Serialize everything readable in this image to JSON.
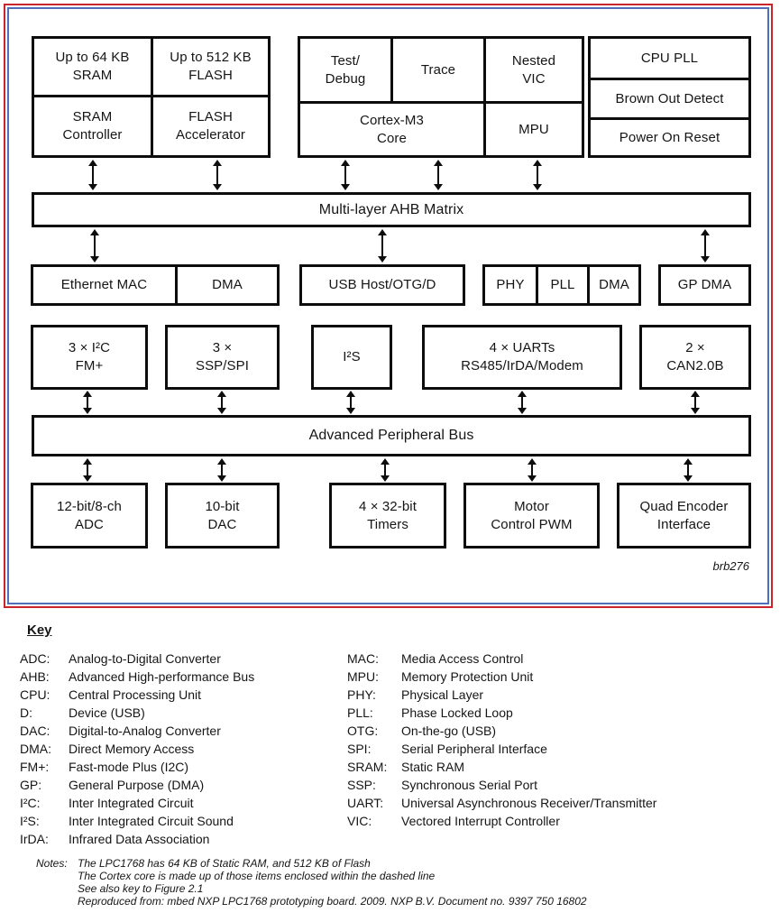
{
  "colors": {
    "frame_outer": "#c9252b",
    "frame_inner": "#4f6fb8",
    "block_border": "#0d0d0d"
  },
  "diagram": {
    "blocks": {
      "sram_top": "Up to 64 KB\nSRAM",
      "flash_top": "Up to 512 KB\nFLASH",
      "sram_ctrl": "SRAM\nController",
      "flash_acc": "FLASH\nAccelerator",
      "test_debug": "Test/\nDebug",
      "trace": "Trace",
      "nested_vic": "Nested\nVIC",
      "cortex_core": "Cortex-M3\nCore",
      "mpu": "MPU",
      "cpu_pll": "CPU PLL",
      "brown_out": "Brown Out Detect",
      "power_on": "Power On Reset",
      "ahb_matrix": "Multi-layer AHB Matrix",
      "ethernet_mac": "Ethernet MAC",
      "ethernet_dma": "DMA",
      "usb": "USB Host/OTG/D",
      "phy": "PHY",
      "pll": "PLL",
      "usb_dma": "DMA",
      "gp_dma": "GP DMA",
      "i2c": "3 × I²C\nFM+",
      "ssp_spi": "3 ×\nSSP/SPI",
      "i2s": "I²S",
      "uarts": "4 × UARTs\nRS485/IrDA/Modem",
      "can": "2 ×\nCAN2.0B",
      "apb": "Advanced Peripheral Bus",
      "adc": "12-bit/8-ch\nADC",
      "dac": "10-bit\nDAC",
      "timers": "4 × 32-bit\nTimers",
      "mc_pwm": "Motor\nControl PWM",
      "quad_enc": "Quad Encoder\nInterface"
    },
    "caption": "brb276"
  },
  "key": {
    "heading": "Key",
    "left": [
      {
        "abbr": "ADC:",
        "def": "Analog-to-Digital Converter"
      },
      {
        "abbr": "AHB:",
        "def": "Advanced High-performance Bus"
      },
      {
        "abbr": "CPU:",
        "def": "Central Processing Unit"
      },
      {
        "abbr": "D:",
        "def": "Device (USB)"
      },
      {
        "abbr": "DAC:",
        "def": "Digital-to-Analog Converter"
      },
      {
        "abbr": "DMA:",
        "def": "Direct Memory Access"
      },
      {
        "abbr": "FM+:",
        "def": "Fast-mode Plus (I2C)"
      },
      {
        "abbr": "GP:",
        "def": "General Purpose (DMA)"
      },
      {
        "abbr": "I²C:",
        "def": "Inter Integrated Circuit"
      },
      {
        "abbr": "I²S:",
        "def": "Inter Integrated Circuit Sound"
      },
      {
        "abbr": "IrDA:",
        "def": "Infrared Data Association"
      }
    ],
    "right": [
      {
        "abbr": "MAC:",
        "def": "Media Access Control"
      },
      {
        "abbr": "MPU:",
        "def": "Memory Protection Unit"
      },
      {
        "abbr": "PHY:",
        "def": "Physical Layer"
      },
      {
        "abbr": "PLL:",
        "def": "Phase Locked Loop"
      },
      {
        "abbr": "OTG:",
        "def": "On-the-go (USB)"
      },
      {
        "abbr": "SPI:",
        "def": "Serial Peripheral Interface"
      },
      {
        "abbr": "SRAM:",
        "def": "Static RAM"
      },
      {
        "abbr": "SSP:",
        "def": "Synchronous Serial Port"
      },
      {
        "abbr": "UART:",
        "def": "Universal Asynchronous Receiver/Transmitter"
      },
      {
        "abbr": "VIC:",
        "def": "Vectored Interrupt Controller"
      }
    ],
    "notes_label": "Notes:",
    "notes": [
      "The LPC1768 has 64 KB of Static RAM, and 512 KB of Flash",
      "The Cortex core is made up of those items enclosed within the dashed line",
      "See also key to Figure 2.1",
      "Reproduced from: mbed NXP LPC1768 prototyping board. 2009. NXP B.V. Document no. 9397 750 16802"
    ]
  }
}
